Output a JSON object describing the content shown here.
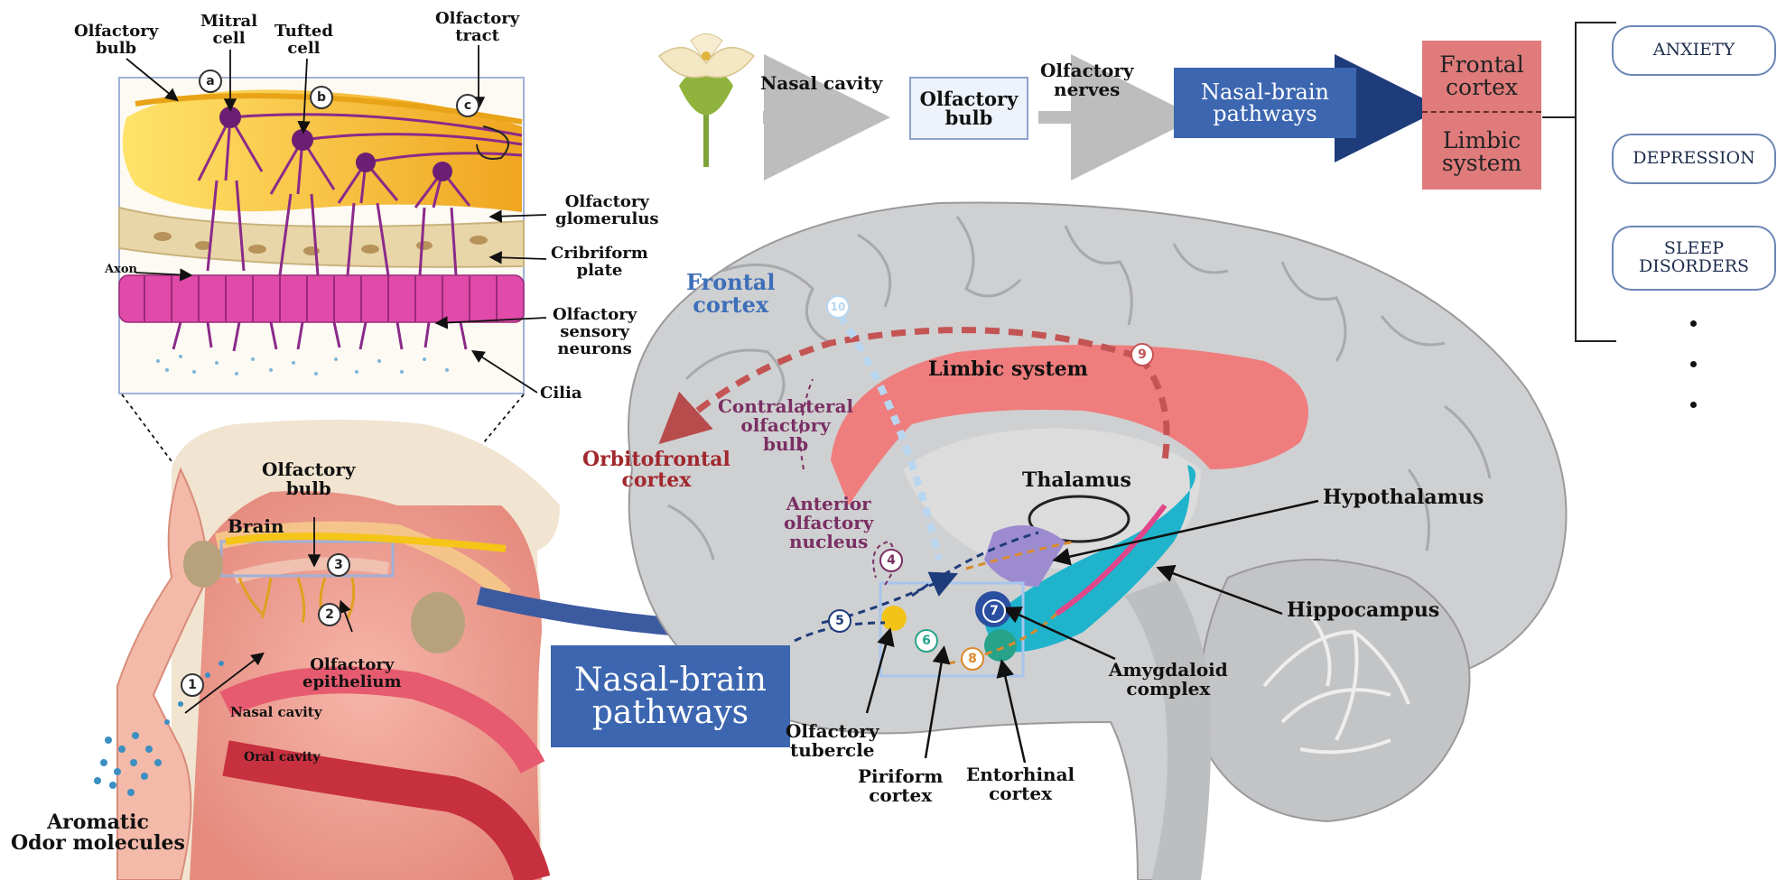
{
  "flow": {
    "nasal_cavity": "Nasal cavity",
    "olfactory_bulb": "Olfactory\nbulb",
    "olfactory_nerves": "Olfactory\nnerves",
    "nasal_brain_pathways": "Nasal-brain\npathways",
    "frontal_cortex": "Frontal\ncortex",
    "limbic_system": "Limbic\nsystem"
  },
  "outcomes": [
    "ANXIETY",
    "DEPRESSION",
    "SLEEP\nDISORDERS"
  ],
  "inset": {
    "olfactory_bulb": "Olfactory\nbulb",
    "mitral_cell": "Mitral\ncell",
    "tufted_cell": "Tufted\ncell",
    "olfactory_tract": "Olfactory\ntract",
    "olfactory_glomerulus": "Olfactory\nglomerulus",
    "cribriform_plate": "Cribriform\nplate",
    "axon": "Axon",
    "olfactory_sensory_neurons": "Olfactory\nsensory\nneurons",
    "cilia": "Cilia",
    "markers": [
      "a",
      "b",
      "c"
    ]
  },
  "head": {
    "olfactory_bulb": "Olfactory\nbulb",
    "brain": "Brain",
    "olfactory_epithelium": "Olfactory\nepithelium",
    "nasal_cavity": "Nasal cavity",
    "oral_cavity": "Oral cavity",
    "aromatic_odor_molecules": "Aromatic\nOdor  molecules",
    "markers": [
      "1",
      "2",
      "3"
    ]
  },
  "pathways_banner": "Nasal-brain\npathways",
  "brain": {
    "frontal_cortex": "Frontal\ncortex",
    "limbic_system": "Limbic  system",
    "contralateral_olfactory_bulb": "Contralateral\nolfactory\nbulb",
    "orbitofrontal_cortex": "Orbitofrontal\ncortex",
    "anterior_olfactory_nucleus": "Anterior\nolfactory\nnucleus",
    "thalamus": "Thalamus",
    "hypothalamus": "Hypothalamus",
    "hippocampus": "Hippocampus",
    "amygdaloid_complex": "Amygdaloid\ncomplex",
    "olfactory_tubercle": "Olfactory\ntubercle",
    "piriform_cortex": "Piriform\ncortex",
    "entorhinal_cortex": "Entorhinal\ncortex",
    "markers": [
      "4",
      "5",
      "6",
      "7",
      "8",
      "9",
      "10"
    ]
  },
  "colors": {
    "flow_box": "#3c66b0",
    "outcome_box": "#e07b7b",
    "limbic": "#f07d7d",
    "hippocampus": "#1fb3cc",
    "bulb": "#f5c518",
    "neuron": "#8b2a8a",
    "brain": "#cfd0d2"
  }
}
